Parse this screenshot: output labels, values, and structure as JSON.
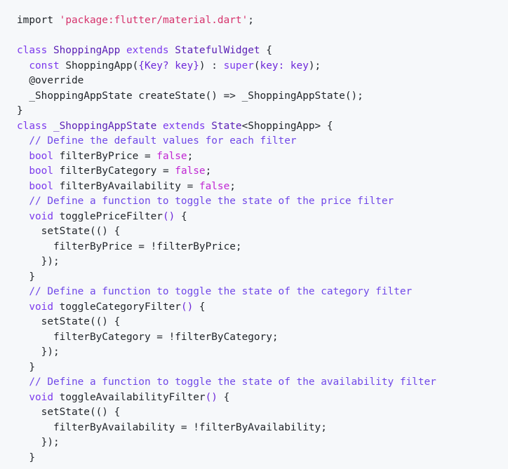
{
  "language": "dart",
  "code_lines": [
    [
      {
        "t": "import ",
        "c": "plain"
      },
      {
        "t": "'package:flutter/material.dart'",
        "c": "str"
      },
      {
        "t": ";",
        "c": "plain"
      }
    ],
    [],
    [
      {
        "t": "class ",
        "c": "kw"
      },
      {
        "t": "ShoppingApp ",
        "c": "ty"
      },
      {
        "t": "extends ",
        "c": "kw"
      },
      {
        "t": "StatefulWidget",
        "c": "ty"
      },
      {
        "t": " {",
        "c": "plain"
      }
    ],
    [
      {
        "t": "  ",
        "c": "plain"
      },
      {
        "t": "const ",
        "c": "kw"
      },
      {
        "t": "ShoppingApp(",
        "c": "plain"
      },
      {
        "t": "{Key? key}",
        "c": "fn"
      },
      {
        "t": ") : ",
        "c": "plain"
      },
      {
        "t": "super",
        "c": "kw"
      },
      {
        "t": "(",
        "c": "plain"
      },
      {
        "t": "key: key",
        "c": "fn"
      },
      {
        "t": ");",
        "c": "plain"
      }
    ],
    [
      {
        "t": "  @override",
        "c": "plain"
      }
    ],
    [
      {
        "t": "  _ShoppingAppState createState() => _ShoppingAppState();",
        "c": "plain"
      }
    ],
    [
      {
        "t": "}",
        "c": "plain"
      }
    ],
    [
      {
        "t": "class ",
        "c": "kw"
      },
      {
        "t": "_ShoppingAppState ",
        "c": "ty"
      },
      {
        "t": "extends ",
        "c": "kw"
      },
      {
        "t": "State",
        "c": "ty"
      },
      {
        "t": "<ShoppingApp> {",
        "c": "plain"
      }
    ],
    [
      {
        "t": "  // Define the default values for each filter",
        "c": "cmt"
      }
    ],
    [
      {
        "t": "  ",
        "c": "plain"
      },
      {
        "t": "bool ",
        "c": "kw"
      },
      {
        "t": "filterByPrice = ",
        "c": "plain"
      },
      {
        "t": "false",
        "c": "bool"
      },
      {
        "t": ";",
        "c": "plain"
      }
    ],
    [
      {
        "t": "  ",
        "c": "plain"
      },
      {
        "t": "bool ",
        "c": "kw"
      },
      {
        "t": "filterByCategory = ",
        "c": "plain"
      },
      {
        "t": "false",
        "c": "bool"
      },
      {
        "t": ";",
        "c": "plain"
      }
    ],
    [
      {
        "t": "  ",
        "c": "plain"
      },
      {
        "t": "bool ",
        "c": "kw"
      },
      {
        "t": "filterByAvailability = ",
        "c": "plain"
      },
      {
        "t": "false",
        "c": "bool"
      },
      {
        "t": ";",
        "c": "plain"
      }
    ],
    [
      {
        "t": "  // Define a function to toggle the state of the price filter",
        "c": "cmt"
      }
    ],
    [
      {
        "t": "  ",
        "c": "plain"
      },
      {
        "t": "void ",
        "c": "kw"
      },
      {
        "t": "togglePriceFilter",
        "c": "plain"
      },
      {
        "t": "()",
        "c": "fn"
      },
      {
        "t": " {",
        "c": "plain"
      }
    ],
    [
      {
        "t": "    setState(() {",
        "c": "plain"
      }
    ],
    [
      {
        "t": "      filterByPrice = !filterByPrice;",
        "c": "plain"
      }
    ],
    [
      {
        "t": "    });",
        "c": "plain"
      }
    ],
    [
      {
        "t": "  }",
        "c": "plain"
      }
    ],
    [
      {
        "t": "  // Define a function to toggle the state of the category filter",
        "c": "cmt"
      }
    ],
    [
      {
        "t": "  ",
        "c": "plain"
      },
      {
        "t": "void ",
        "c": "kw"
      },
      {
        "t": "toggleCategoryFilter",
        "c": "plain"
      },
      {
        "t": "()",
        "c": "fn"
      },
      {
        "t": " {",
        "c": "plain"
      }
    ],
    [
      {
        "t": "    setState(() {",
        "c": "plain"
      }
    ],
    [
      {
        "t": "      filterByCategory = !filterByCategory;",
        "c": "plain"
      }
    ],
    [
      {
        "t": "    });",
        "c": "plain"
      }
    ],
    [
      {
        "t": "  }",
        "c": "plain"
      }
    ],
    [
      {
        "t": "  // Define a function to toggle the state of the availability filter",
        "c": "cmt"
      }
    ],
    [
      {
        "t": "  ",
        "c": "plain"
      },
      {
        "t": "void ",
        "c": "kw"
      },
      {
        "t": "toggleAvailabilityFilter",
        "c": "plain"
      },
      {
        "t": "()",
        "c": "fn"
      },
      {
        "t": " {",
        "c": "plain"
      }
    ],
    [
      {
        "t": "    setState(() {",
        "c": "plain"
      }
    ],
    [
      {
        "t": "      filterByAvailability = !filterByAvailability;",
        "c": "plain"
      }
    ],
    [
      {
        "t": "    });",
        "c": "plain"
      }
    ],
    [
      {
        "t": "  }",
        "c": "plain"
      }
    ]
  ]
}
